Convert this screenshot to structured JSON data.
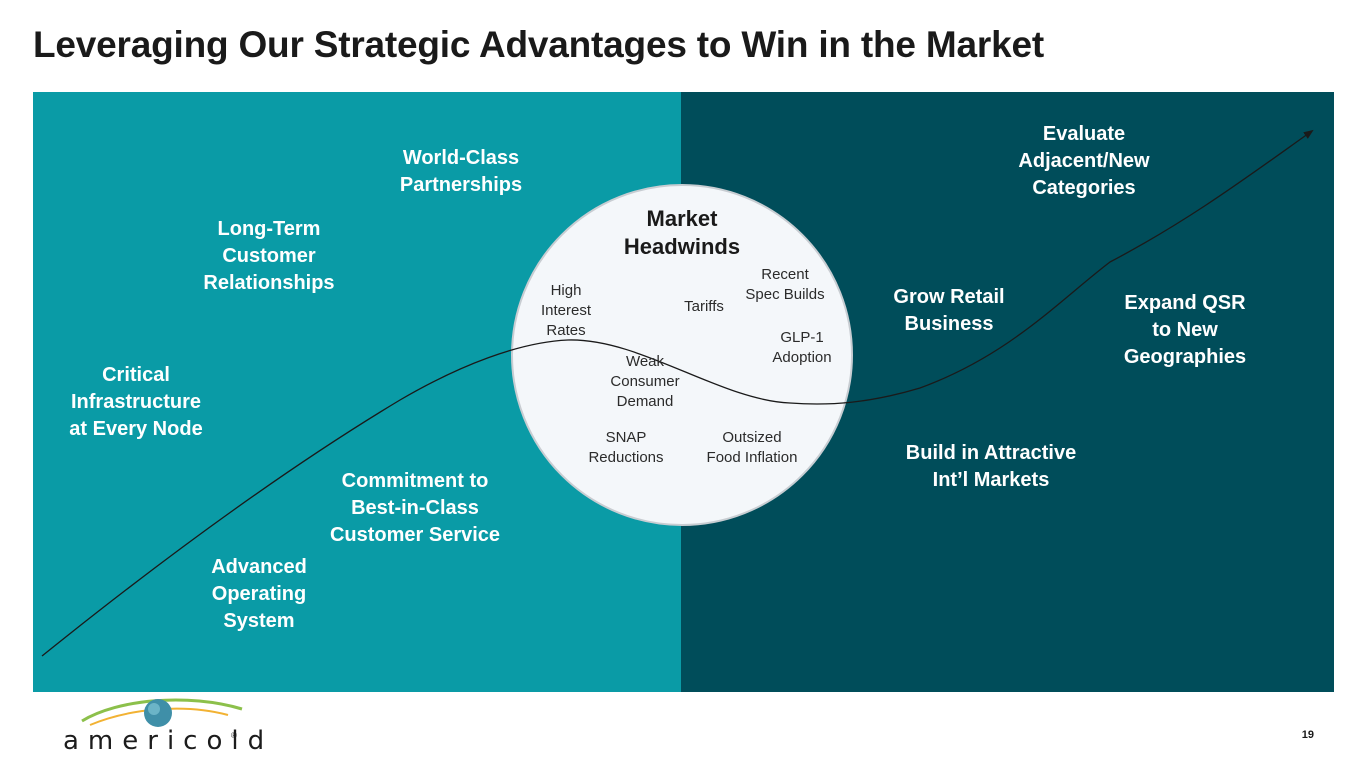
{
  "title": "Leveraging Our Strategic Advantages to Win in the Market",
  "colors": {
    "left_panel": "#0a9ba6",
    "right_panel": "#004d5a",
    "circle_fill": "#f4f7fa",
    "circle_stroke": "#c8cdd2",
    "curve": "#1a1a1a"
  },
  "left_labels": {
    "world_class": "World-Class\nPartnerships",
    "long_term": "Long-Term\nCustomer\nRelationships",
    "critical": "Critical\nInfrastructure\nat Every Node",
    "commitment": "Commitment to\nBest-in-Class\nCustomer Service",
    "advanced": "Advanced\nOperating\nSystem"
  },
  "circle": {
    "title": "Market\nHeadwinds",
    "headwinds": {
      "high_interest": "High\nInterest\nRates",
      "tariffs": "Tariffs",
      "recent_spec": "Recent\nSpec Builds",
      "glp1": "GLP-1\nAdoption",
      "weak_demand": "Weak\nConsumer\nDemand",
      "snap": "SNAP\nReductions",
      "food_inflation": "Outsized\nFood Inflation"
    }
  },
  "right_labels": {
    "evaluate": "Evaluate\nAdjacent/New\nCategories",
    "grow_retail": "Grow Retail\nBusiness",
    "expand_qsr": "Expand QSR\nto New\nGeographies",
    "build_intl": "Build in Attractive\nInt’l Markets"
  },
  "footer": {
    "logo_text": "americold",
    "registered": "®",
    "page_number": "19"
  }
}
